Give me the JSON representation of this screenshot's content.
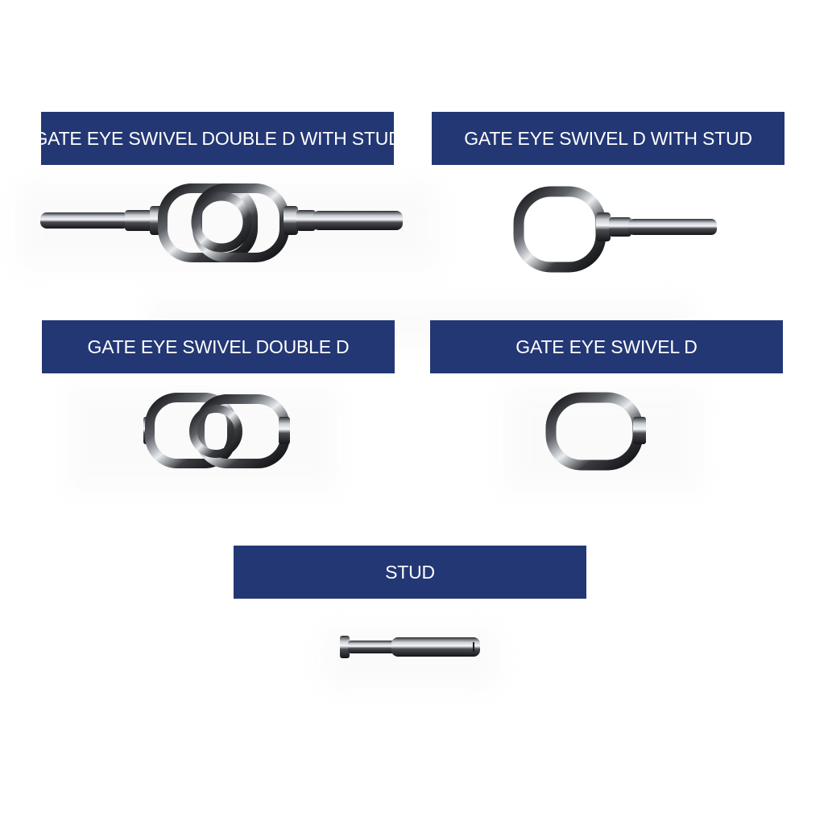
{
  "brand_color": "#233774",
  "metal_dark": "#1c1d20",
  "metal_light": "#d9dde2",
  "products": [
    {
      "id": "double-d-with-stud",
      "label": "GATE EYE SWIVEL DOUBLE D WITH STUD",
      "icon": "double-d-swivel-with-stud-icon"
    },
    {
      "id": "d-with-stud",
      "label": "GATE EYE SWIVEL D WITH STUD",
      "icon": "d-swivel-with-stud-icon"
    },
    {
      "id": "double-d",
      "label": "GATE EYE SWIVEL DOUBLE D",
      "icon": "double-d-swivel-icon"
    },
    {
      "id": "d",
      "label": "GATE EYE SWIVEL D",
      "icon": "d-swivel-icon"
    },
    {
      "id": "stud",
      "label": "STUD",
      "icon": "stud-icon"
    }
  ]
}
